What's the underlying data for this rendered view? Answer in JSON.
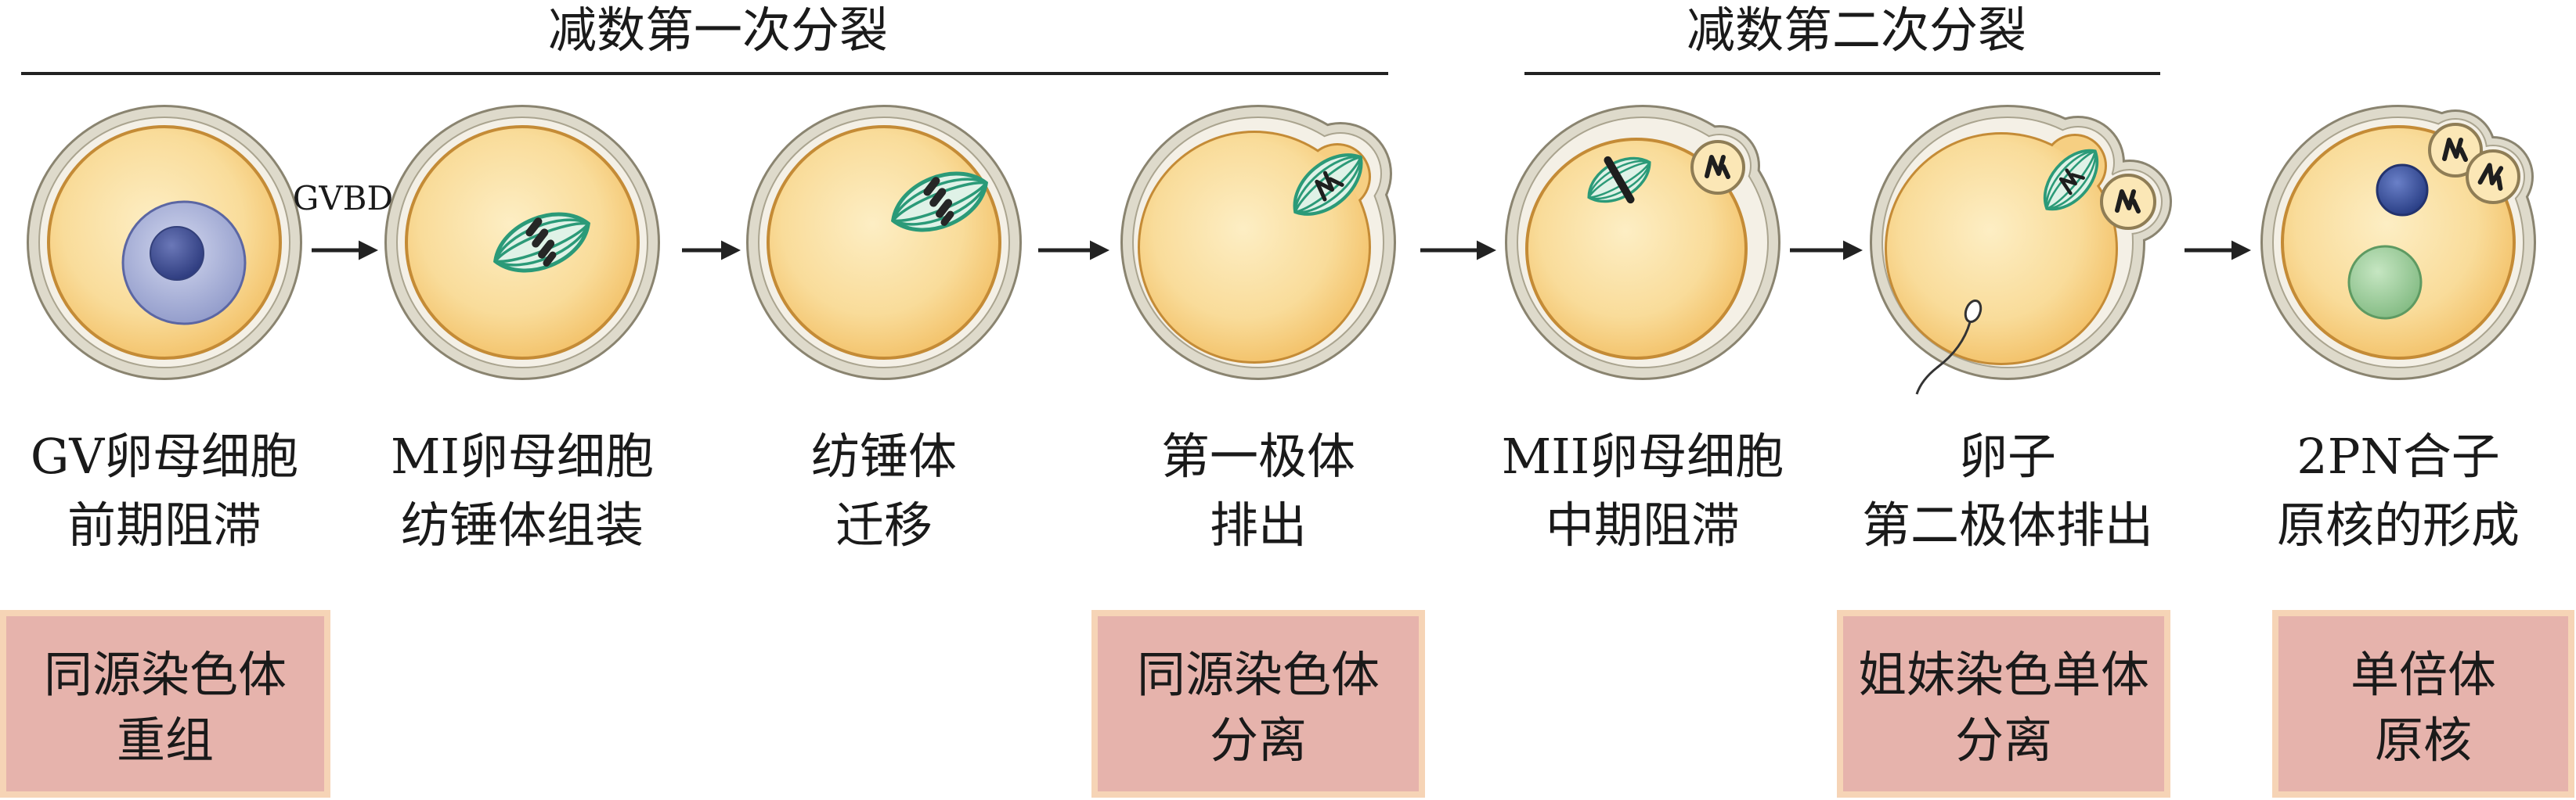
{
  "phases": {
    "meiosis_i": "减数第一次分裂",
    "meiosis_ii": "减数第二次分裂"
  },
  "transition_label": "GVBD",
  "stages": [
    {
      "line1": "GV卵母细胞",
      "line2": "前期阻滞"
    },
    {
      "line1": "MI卵母细胞",
      "line2": "纺锤体组装"
    },
    {
      "line1": "纺锤体",
      "line2": "迁移"
    },
    {
      "line1": "第一极体",
      "line2": "排出"
    },
    {
      "line1": "MII卵母细胞",
      "line2": "中期阻滞"
    },
    {
      "line1": "卵子",
      "line2": "第二极体排出"
    },
    {
      "line1": "2PN合子",
      "line2": "原核的形成"
    }
  ],
  "events": [
    {
      "line1": "同源染色体",
      "line2": "重组"
    },
    {
      "line1": "同源染色体",
      "line2": "分离"
    },
    {
      "line1": "姐妹染色单体",
      "line2": "分离"
    },
    {
      "line1": "单倍体",
      "line2": "原核"
    }
  ],
  "colors": {
    "event_box_fill": "#e6b3ac",
    "event_box_border": "#f6d4b6",
    "spindle": "#2b9a78",
    "zona": "#dedacb",
    "ooplasm": "#f7d38a",
    "germinal_vesicle": "#8f99c9",
    "pronucleus_blue": "#3a52a0",
    "pronucleus_green": "#9ccc9a"
  }
}
